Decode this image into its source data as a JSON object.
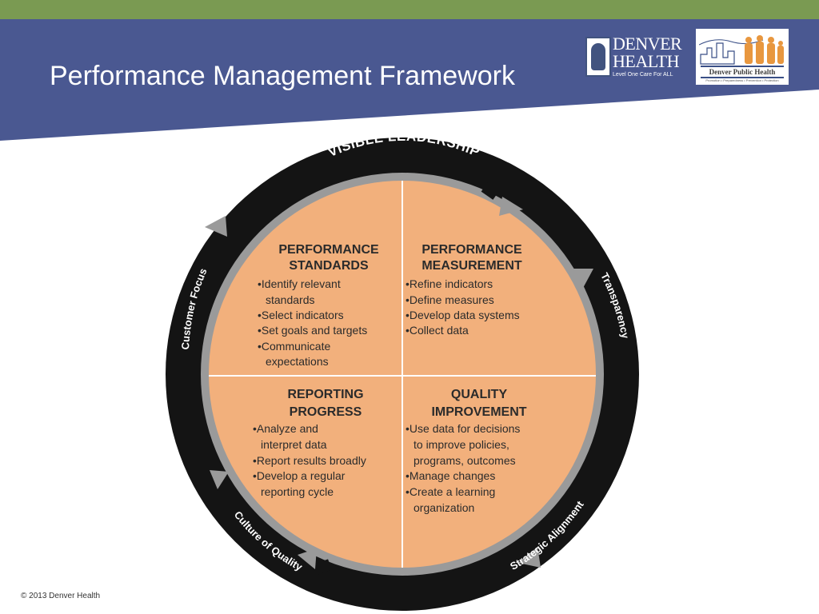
{
  "slide": {
    "title": "Performance Management Framework",
    "copyright": "© 2013 Denver Health"
  },
  "logos": {
    "denver_health": {
      "line1": "DENVER",
      "line2": "HEALTH",
      "tagline": "Level One Care For ALL"
    },
    "denver_public_health": {
      "name": "Denver Public Health",
      "tagline": "Promotion • Preparedness • Prevention • Protection"
    }
  },
  "framework": {
    "ring_top": "VISIBLE LEADERSHIP",
    "ring_left": "Customer Focus",
    "ring_right": "Transparency",
    "ring_bottom_left": "Culture of Quality",
    "ring_bottom_right": "Strategic Alignment",
    "quadrants": {
      "top_left": {
        "title_line1": "PERFORMANCE",
        "title_line2": "STANDARDS",
        "lines": [
          "•Identify relevant",
          "standards",
          "•Select indicators",
          "•Set goals and targets",
          "•Communicate",
          "expectations"
        ]
      },
      "top_right": {
        "title_line1": "PERFORMANCE",
        "title_line2": "MEASUREMENT",
        "lines": [
          "•Refine indicators",
          "•Define measures",
          "•Develop data systems",
          "•Collect data"
        ]
      },
      "bottom_left": {
        "title_line1": "REPORTING",
        "title_line2": "PROGRESS",
        "lines": [
          "•Analyze and",
          "interpret data",
          "•Report results broadly",
          "•Develop a regular",
          "reporting cycle"
        ]
      },
      "bottom_right": {
        "title_line1": "QUALITY",
        "title_line2": "IMPROVEMENT",
        "lines": [
          "•Use data for decisions",
          "to improve policies,",
          "programs, outcomes",
          "•Manage changes",
          "•Create a learning",
          "organization"
        ]
      }
    }
  },
  "colors": {
    "header_blue": "#4a5891",
    "top_strip_green": "#7a9a52",
    "quadrant_fill": "#f2b07c",
    "ring_black": "#141414",
    "arrow_gray": "#9a9a9a"
  }
}
